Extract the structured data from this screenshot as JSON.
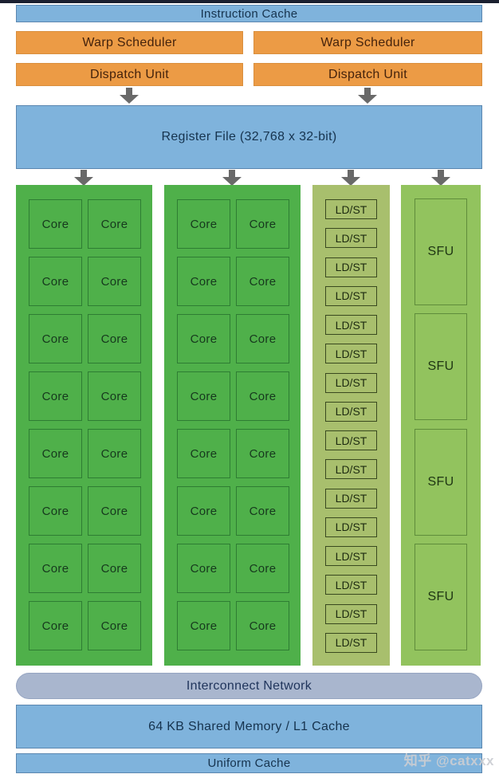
{
  "diagram": {
    "instruction_cache": "Instruction Cache",
    "warp_schedulers": [
      "Warp Scheduler",
      "Warp Scheduler"
    ],
    "dispatch_units": [
      "Dispatch Unit",
      "Dispatch Unit"
    ],
    "register_file": "Register File (32,768 x 32-bit)",
    "execution_units": {
      "core": {
        "label": "Core",
        "columns": 2,
        "count_per_column": 16
      },
      "ldst": {
        "label": "LD/ST",
        "count": 16
      },
      "sfu": {
        "label": "SFU",
        "count": 4
      }
    },
    "interconnect_network": "Interconnect Network",
    "shared_memory_l1": "64 KB Shared Memory / L1 Cache",
    "uniform_cache": "Uniform Cache"
  },
  "watermark": "知乎 @catxxx",
  "colors": {
    "top_strip": "#1b2030",
    "blue_block": "#7fb3dc",
    "blue_border": "#5b87b0",
    "orange_block": "#ec9b45",
    "core_green": "#4fb04a",
    "ldst_green": "#a8bf6d",
    "sfu_green": "#92c35e",
    "interconnect_gray_blue": "#a9b6ce",
    "arrow_gray": "#696969",
    "dark_text": "#16334e"
  }
}
